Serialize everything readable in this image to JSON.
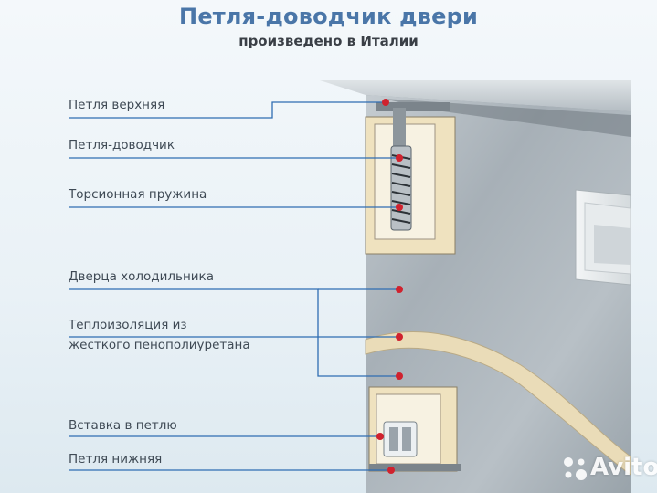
{
  "title": "Петля-доводчик двери",
  "subtitle": "произведено в Италии",
  "labels": [
    {
      "id": "upper-hinge",
      "text": "Петля верхняя"
    },
    {
      "id": "hinge-closer",
      "text": "Петля-доводчик"
    },
    {
      "id": "torsion-spring",
      "text": "Торсионная пружина"
    },
    {
      "id": "fridge-door",
      "text": "Дверца холодильника"
    },
    {
      "id": "insulation-line1",
      "text": "Теплоизоляция из"
    },
    {
      "id": "insulation-line2",
      "text": "жесткого пенополиуретана"
    },
    {
      "id": "hinge-insert",
      "text": "Вставка в петлю"
    },
    {
      "id": "lower-hinge",
      "text": "Петля нижняя"
    }
  ],
  "watermark": "Avito",
  "colors": {
    "title": "#4a76a8",
    "leader_line": "#2f6db2",
    "marker": "#d0222e",
    "foam": "#efe2bf",
    "steel": "#a9b3ba"
  }
}
